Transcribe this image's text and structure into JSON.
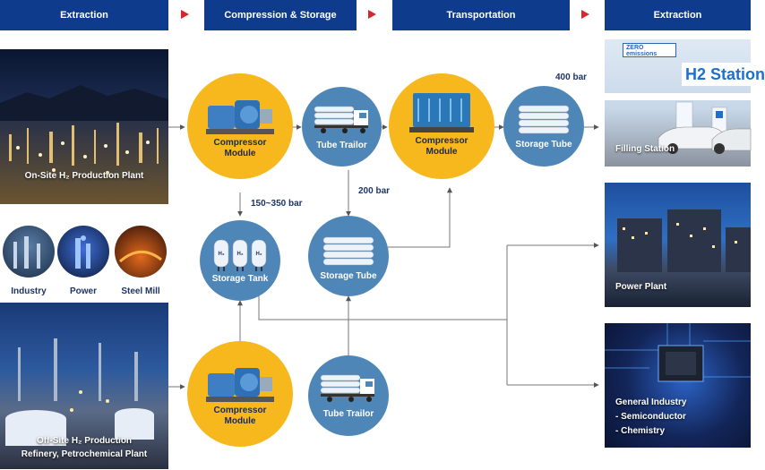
{
  "stages": [
    "Extraction",
    "Compression & Storage",
    "Transportation",
    "Extraction"
  ],
  "sources": {
    "onsite": "On-Site H₂ Production Plant",
    "offsite_line1": "Off-Site H₂ Production",
    "offsite_line2": "Refinery, Petrochemical Plant"
  },
  "minis": [
    "Industry",
    "Power",
    "Steel Mill"
  ],
  "nodes": {
    "compressor_1": [
      "Compressor",
      "Module"
    ],
    "tube_trailor_1": "Tube Trailor",
    "compressor_2": [
      "Compressor",
      "Module"
    ],
    "storage_tube_1": "Storage Tube",
    "storage_tank": "Storage Tank",
    "storage_tube_2": "Storage Tube",
    "compressor_3": [
      "Compressor",
      "Module"
    ],
    "tube_trailor_2": "Tube Trailor",
    "tank_symbol": "H₂"
  },
  "pressures": {
    "p400": "400 bar",
    "p200": "200 bar",
    "p150": "150~350 bar"
  },
  "destinations": {
    "filling": "Filling Station",
    "filling_sign_zero": "ZERO",
    "filling_sign_emissions": "emissions",
    "filling_sign_h2": "H2 Station",
    "power": "Power Plant",
    "general_lines": [
      "General Industry",
      "- Semiconductor",
      "- Chemistry"
    ]
  },
  "colors": {
    "header_bg": "#0e3b8c",
    "arrow_red": "#d9262c",
    "yellow": "#f6b81c",
    "blue": "#4f86b8",
    "text_dark": "#1e3467"
  }
}
